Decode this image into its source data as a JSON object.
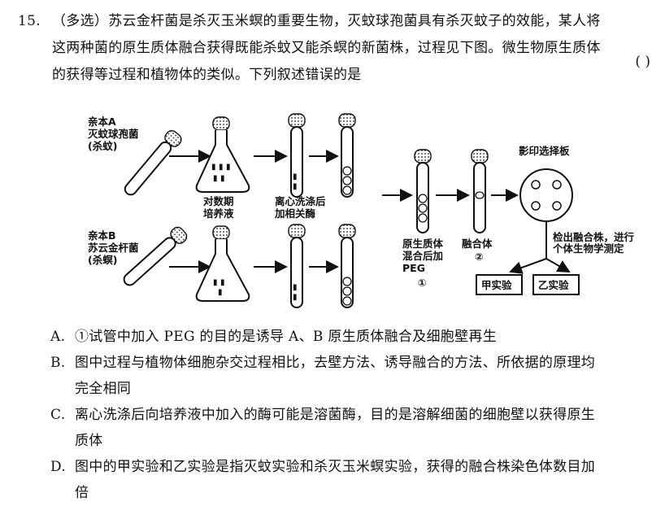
{
  "question": {
    "number": "15.",
    "type": "（多选）",
    "lines": [
      "苏云金杆菌是杀灭玉米螟的重要生物，灭蚊球孢菌具有杀灭蚊子的效能，某人将",
      "这两种菌的原生质体融合获得既能杀蚊又能杀螟的新菌株，过程见下图。微生物原生质体",
      "的获得等过程和植物体的类似。下列叙述错误的是"
    ],
    "answer_bracket": "(      )"
  },
  "diagram": {
    "parentA": [
      "亲本A",
      "灭蚊球孢菌",
      "(杀蚊)"
    ],
    "parentB": [
      "亲本B",
      "苏云金杆菌",
      "(杀螟)"
    ],
    "flask_label": [
      "对数期",
      "培养液"
    ],
    "wash_label": [
      "离心洗涤后",
      "加相关酶"
    ],
    "mix_label": [
      "原生质体",
      "混合后加",
      "PEG",
      "①"
    ],
    "fusion_label": [
      "融合体",
      "②"
    ],
    "plate_label": "影印选择板",
    "detect_label": [
      "检出融合株，进行",
      "个体生物学测定"
    ],
    "box_jia": "甲实验",
    "box_yi": "乙实验"
  },
  "options": [
    {
      "letter": "A.",
      "lines": [
        "①试管中加入 PEG 的目的是诱导 A、B 原生质体融合及细胞壁再生"
      ]
    },
    {
      "letter": "B.",
      "lines": [
        "图中过程与植物体细胞杂交过程相比，去壁方法、诱导融合的方法、所依据的原理均",
        "完全相同"
      ]
    },
    {
      "letter": "C.",
      "lines": [
        "离心洗涤后向培养液中加入的酶可能是溶菌酶，目的是溶解细菌的细胞壁以获得原生",
        "质体"
      ]
    },
    {
      "letter": "D.",
      "lines": [
        "图中的甲实验和乙实验是指灭蚊实验和杀灭玉米螟实验，获得的融合株染色体数目加",
        "倍"
      ]
    }
  ]
}
